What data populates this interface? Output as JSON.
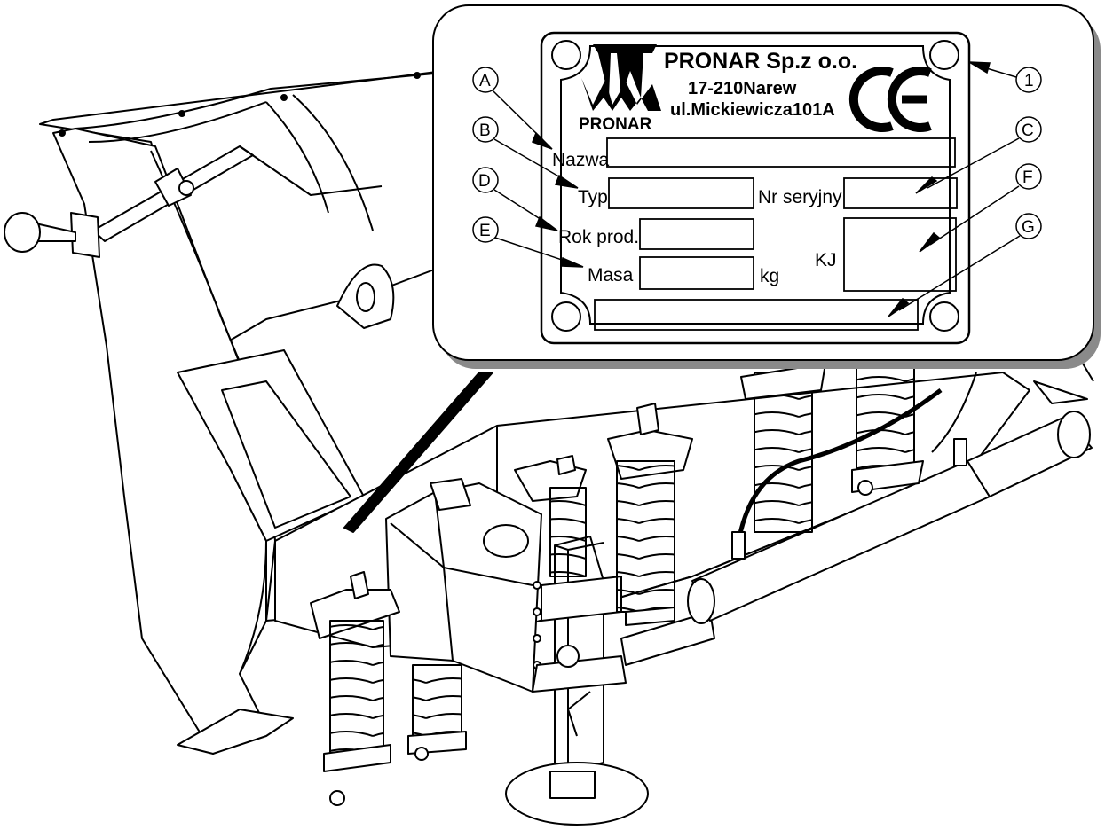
{
  "plate": {
    "company": "PRONAR Sp.z o.o.",
    "postal": "17-210Narew",
    "street": "ul.Mickiewicza101A",
    "logo_text": "PRONAR",
    "ce_mark": "CE",
    "fields": {
      "name": "Nazwa",
      "type": "Typ",
      "serial": "Nr seryjny",
      "year": "Rok prod.",
      "mass": "Masa",
      "mass_unit": "kg",
      "kj": "KJ"
    }
  },
  "callouts": {
    "a": "A",
    "b": "B",
    "c": "C",
    "d": "D",
    "e": "E",
    "f": "F",
    "g": "G",
    "one": "1"
  }
}
